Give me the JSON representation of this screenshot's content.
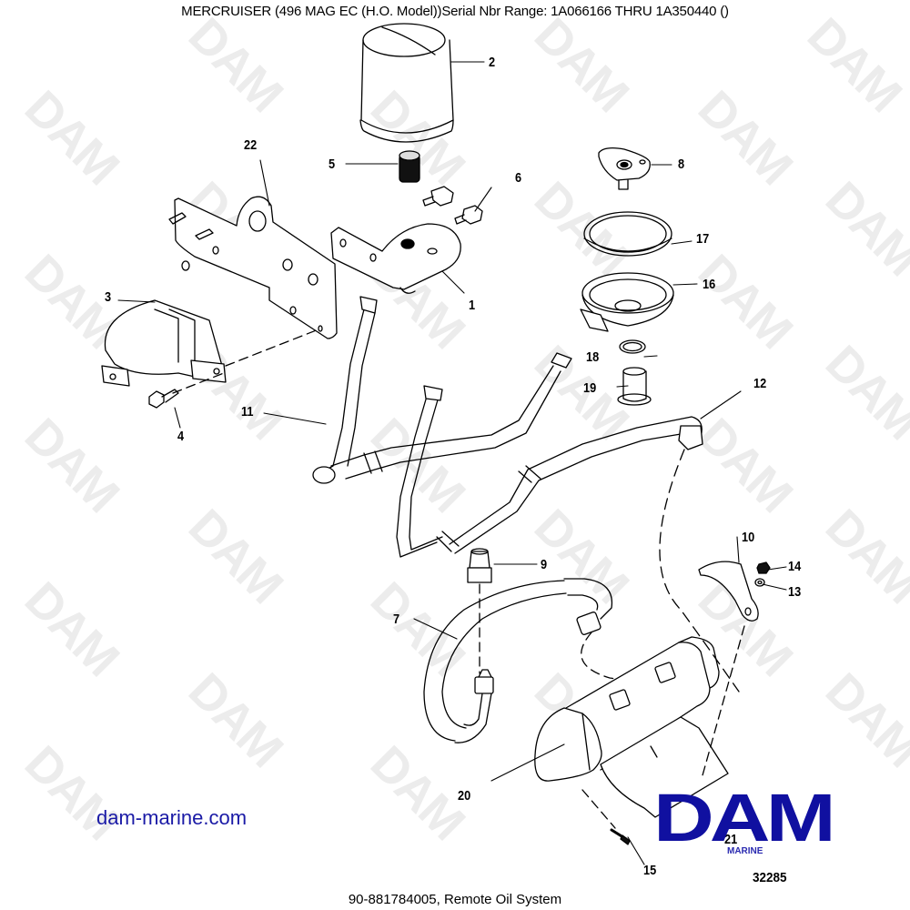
{
  "header": {
    "title": "MERCRUISER (496 MAG EC (H.O. Model))Serial Nbr Range: 1A066166 THRU 1A350440 ()"
  },
  "footer": {
    "caption": "90-881784005, Remote Oil System"
  },
  "branding": {
    "website": "dam-marine.com",
    "logo_text": "DAM",
    "logo_subtext": "MARINE",
    "watermark_text": "DAM",
    "brand_color": "#1010a0",
    "link_color": "#1a1aa6",
    "watermark_color": "#ececec"
  },
  "drawing": {
    "number": "32285"
  },
  "callouts": [
    {
      "id": "1",
      "label": "1"
    },
    {
      "id": "2",
      "label": "2"
    },
    {
      "id": "3",
      "label": "3"
    },
    {
      "id": "4",
      "label": "4"
    },
    {
      "id": "5",
      "label": "5"
    },
    {
      "id": "6",
      "label": "6"
    },
    {
      "id": "7",
      "label": "7"
    },
    {
      "id": "8",
      "label": "8"
    },
    {
      "id": "9",
      "label": "9"
    },
    {
      "id": "10",
      "label": "10"
    },
    {
      "id": "11",
      "label": "11"
    },
    {
      "id": "12",
      "label": "12"
    },
    {
      "id": "13",
      "label": "13"
    },
    {
      "id": "14",
      "label": "14"
    },
    {
      "id": "15",
      "label": "15"
    },
    {
      "id": "16",
      "label": "16"
    },
    {
      "id": "17",
      "label": "17"
    },
    {
      "id": "18",
      "label": "18"
    },
    {
      "id": "19",
      "label": "19"
    },
    {
      "id": "20",
      "label": "20"
    },
    {
      "id": "21",
      "label": "21"
    },
    {
      "id": "22",
      "label": "22"
    }
  ]
}
